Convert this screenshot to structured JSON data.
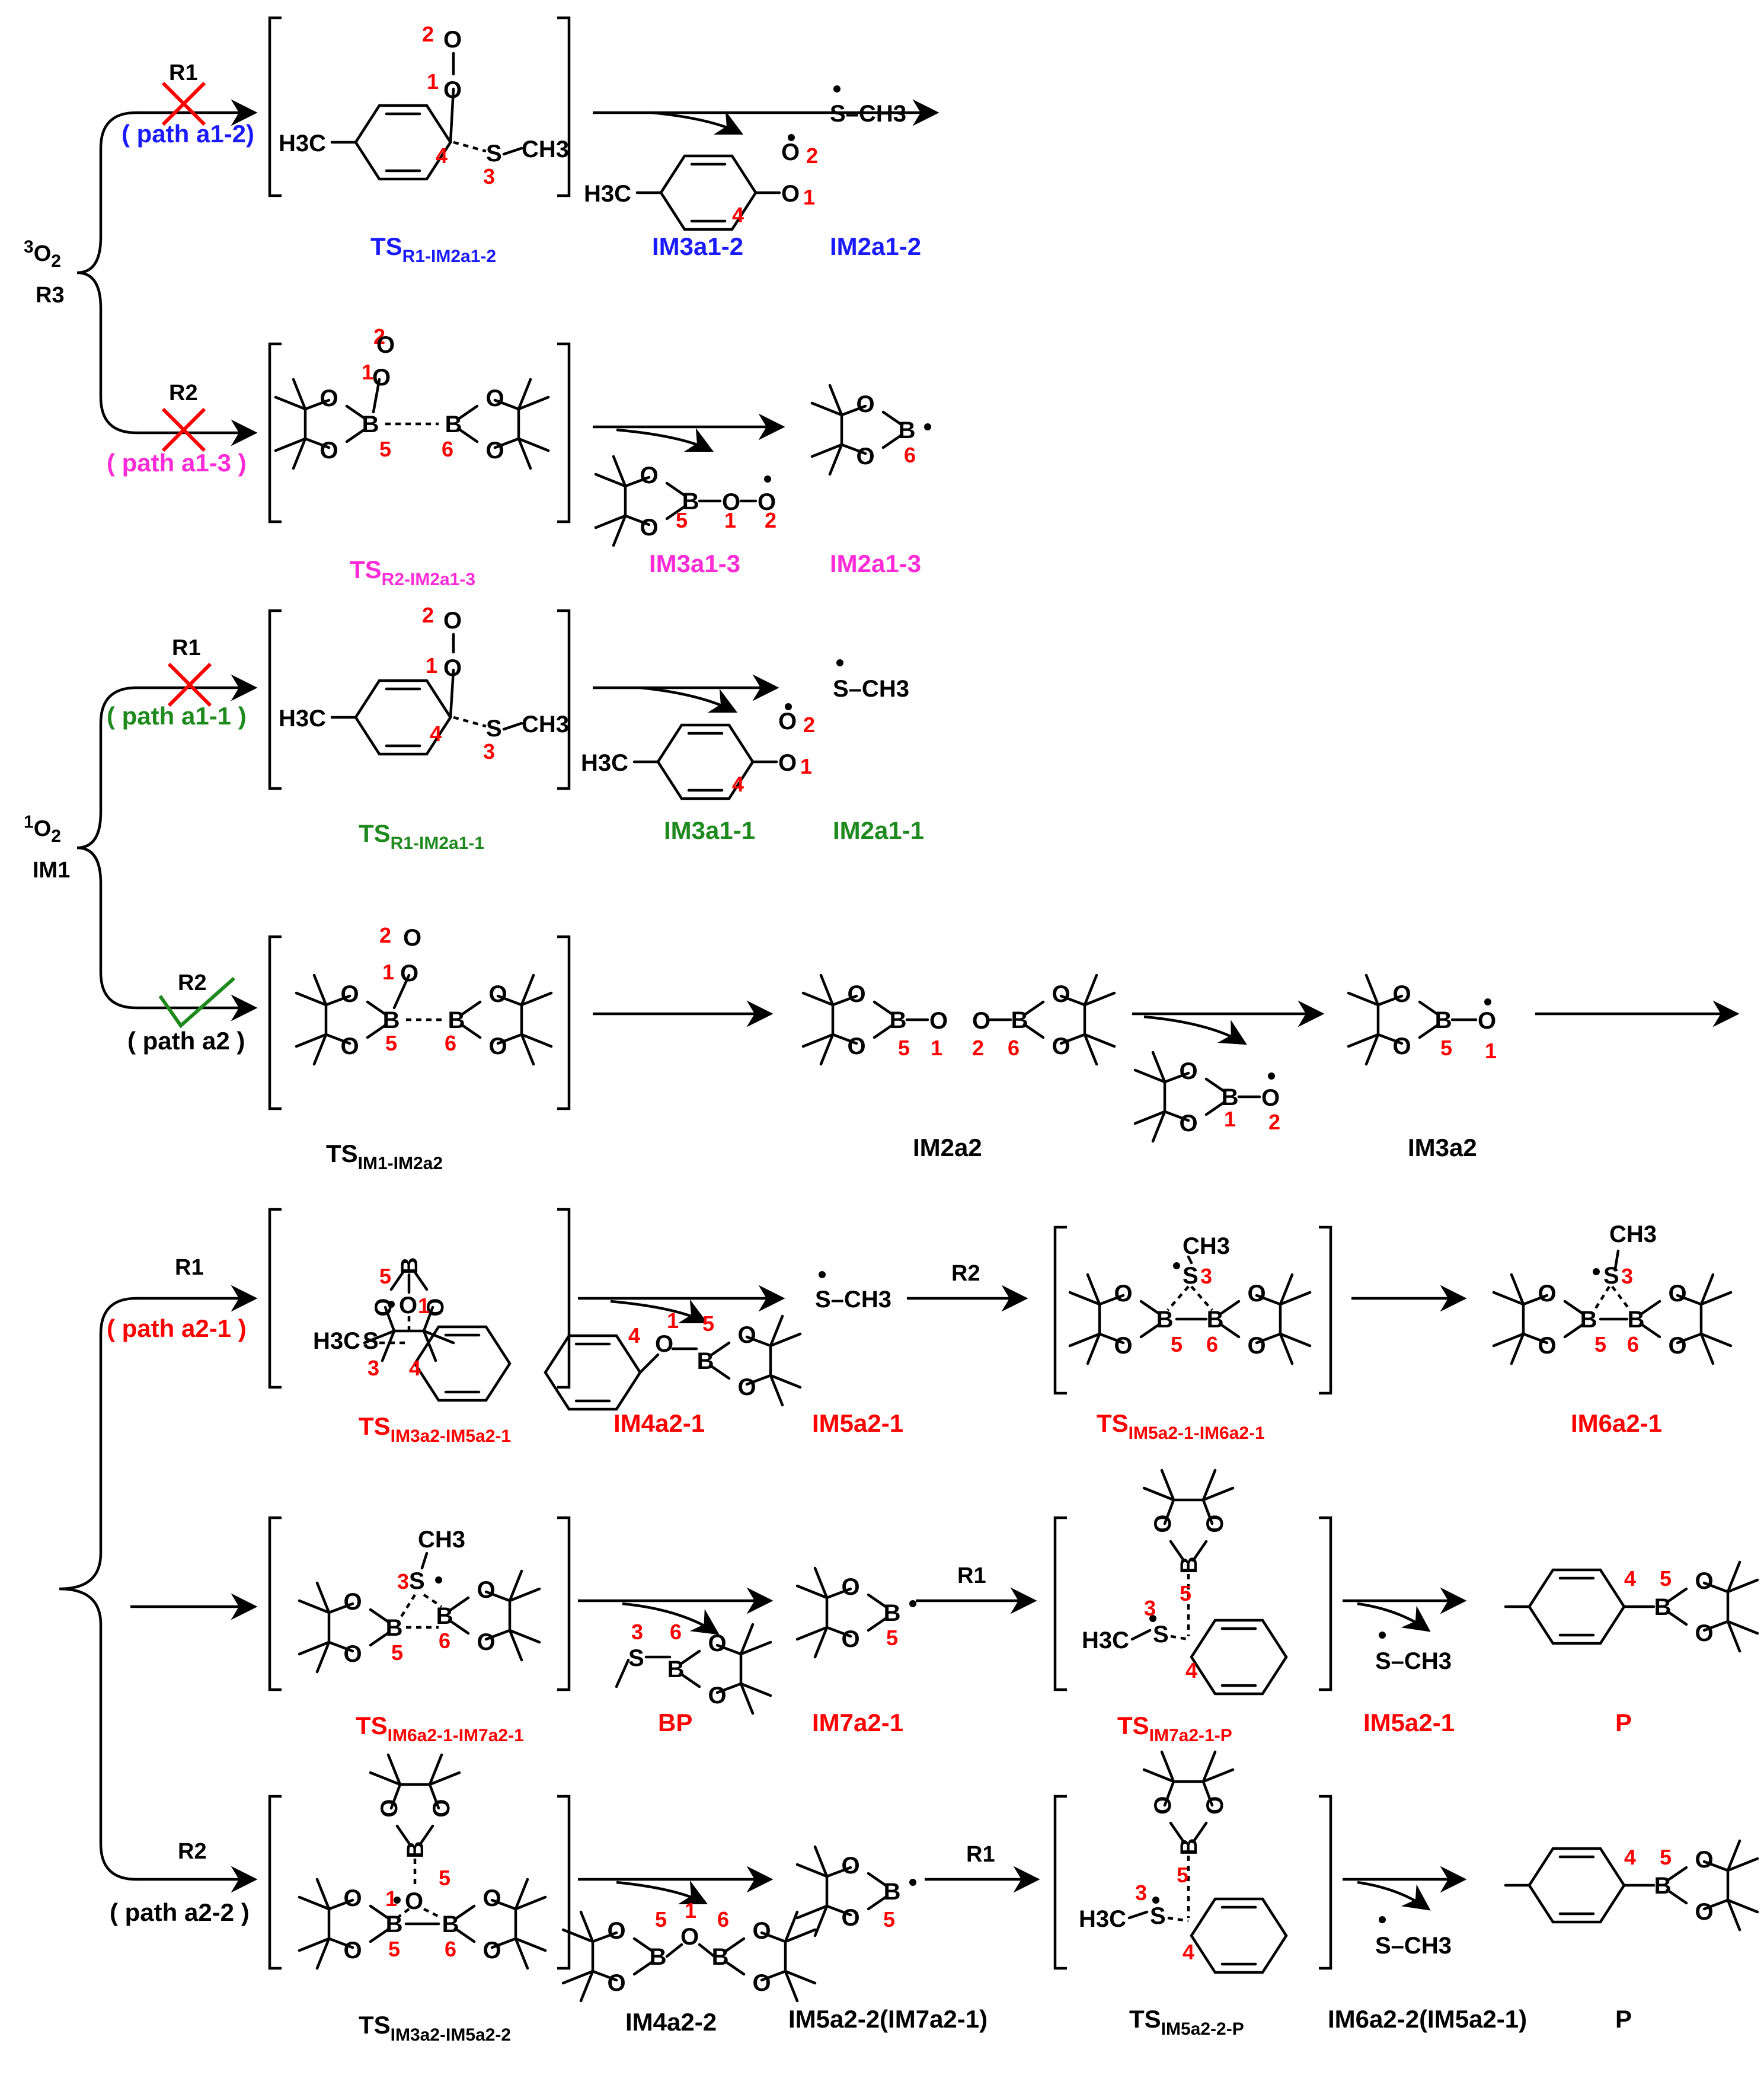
{
  "species": {
    "O2_triplet": {
      "sup": "3",
      "main": "O",
      "sub": "2",
      "label": "R3"
    },
    "O2_singlet": {
      "sup": "1",
      "main": "O",
      "sub": "2",
      "label": "IM1"
    }
  },
  "reagent_labels": {
    "R1": "R1",
    "R2": "R2"
  },
  "paths": {
    "a1_2": "( path a1-2)",
    "a1_3": "( path a1-3 )",
    "a1_1": "( path a1-1 )",
    "a2": "( path a2 )",
    "a2_1": "( path a2-1 )",
    "a2_2": "( path a2-2 )"
  },
  "atoms": {
    "H3C": "H3C",
    "H3C_sub": "3",
    "O": "O",
    "S": "S",
    "B": "B",
    "SCH3": "S–CH3",
    "CH3": "CH3"
  },
  "labels": {
    "row1": {
      "ts_main": "TS",
      "ts_sub": "R1-IM2a1-2",
      "im3": "IM3a1-2",
      "im2": "IM2a1-2"
    },
    "row2": {
      "ts_main": "TS",
      "ts_sub": "R2-IM2a1-3",
      "im3": "IM3a1-3",
      "im2": "IM2a1-3"
    },
    "row3": {
      "ts_main": "TS",
      "ts_sub": "R1-IM2a1-1",
      "im3": "IM3a1-1",
      "im2": "IM2a1-1"
    },
    "row4": {
      "ts_main": "TS",
      "ts_sub": "IM1-IM2a2",
      "im2": "IM2a2",
      "im3": "IM3a2"
    },
    "row5": {
      "ts_main": "TS",
      "ts_sub": "IM3a2-IM5a2-1",
      "im4": "IM4a2-1",
      "im5": "IM5a2-1",
      "ts2_main": "TS",
      "ts2_sub": "IM5a2-1-IM6a2-1",
      "im6": "IM6a2-1"
    },
    "row6": {
      "ts_main": "TS",
      "ts_sub": "IM6a2-1-IM7a2-1",
      "bp": "BP",
      "im7": "IM7a2-1",
      "ts2_main": "TS",
      "ts2_sub": "IM7a2-1-P",
      "im5": "IM5a2-1",
      "p": "P"
    },
    "row7": {
      "ts_main": "TS",
      "ts_sub": "IM3a2-IM5a2-2",
      "im4": "IM4a2-2",
      "im5": "IM5a2-2(IM7a2-1)",
      "ts2_main": "TS",
      "ts2_sub": "IM5a2-2-P",
      "im6": "IM6a2-2(IM5a2-1)",
      "p": "P"
    }
  },
  "atom_numbers": [
    "1",
    "2",
    "3",
    "4",
    "5",
    "6"
  ],
  "colors": {
    "a1_2": "#1a1aff",
    "a1_3": "#ff2bd6",
    "a1_1": "#1e8a1e",
    "a2": "#000000",
    "a2_sub": "#ff0000",
    "numbering": "#ff0000",
    "cross": "#ff0000",
    "check": "#1e8a1e"
  }
}
